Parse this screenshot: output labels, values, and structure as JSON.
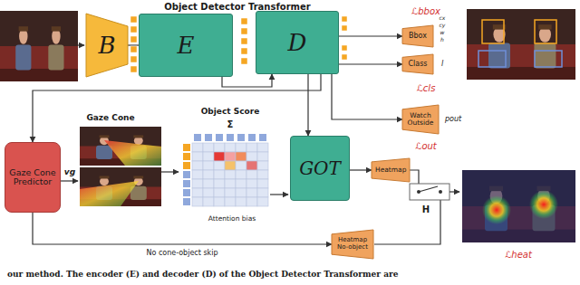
{
  "diagram": {
    "caption": "our method. The encoder (E) and decoder (D) of the Object Detector Transformer are",
    "nodes": [
      {
        "text": [
          "B"
        ]
      },
      {
        "text": [
          "E"
        ]
      },
      {
        "text": [
          "D"
        ]
      },
      {
        "text": [
          "Bbox"
        ]
      },
      {
        "text": [
          "Class"
        ]
      },
      {
        "text": [
          "Watch Outside"
        ]
      },
      {
        "text": [
          "Gaze Cone Predictor"
        ]
      },
      {
        "text": [
          "GOT"
        ]
      },
      {
        "text": [
          "Heatmap"
        ]
      },
      {
        "text": [
          "Heatmap No-object"
        ]
      }
    ],
    "edges": [
      {
        "from": 0,
        "to": 1,
        "arrow": "none"
      },
      {
        "from": 1,
        "to": 2,
        "arrow": "to"
      },
      {
        "from": 2,
        "to": 3,
        "arrow": "to"
      },
      {
        "from": 2,
        "to": 4,
        "arrow": "to"
      },
      {
        "from": 2,
        "to": 5,
        "arrow": "to"
      },
      {
        "from": 2,
        "to": 6,
        "arrow": "to"
      },
      {
        "from": 2,
        "to": 7,
        "arrow": "to"
      },
      {
        "from": 7,
        "to": 8,
        "arrow": "to"
      },
      {
        "from": 6,
        "to": 9,
        "arrow": "to",
        "label": "No cone-object skip"
      }
    ],
    "labels": [
      "Object Detector Transformer",
      "ℒbbox",
      "cx",
      "cy",
      "w",
      "h",
      "l",
      "ℒcls",
      "pout",
      "ℒout",
      "Gaze Cone",
      "Object Score",
      "Σ",
      "vg",
      "Attention bias",
      "H",
      "ℒheat"
    ]
  }
}
